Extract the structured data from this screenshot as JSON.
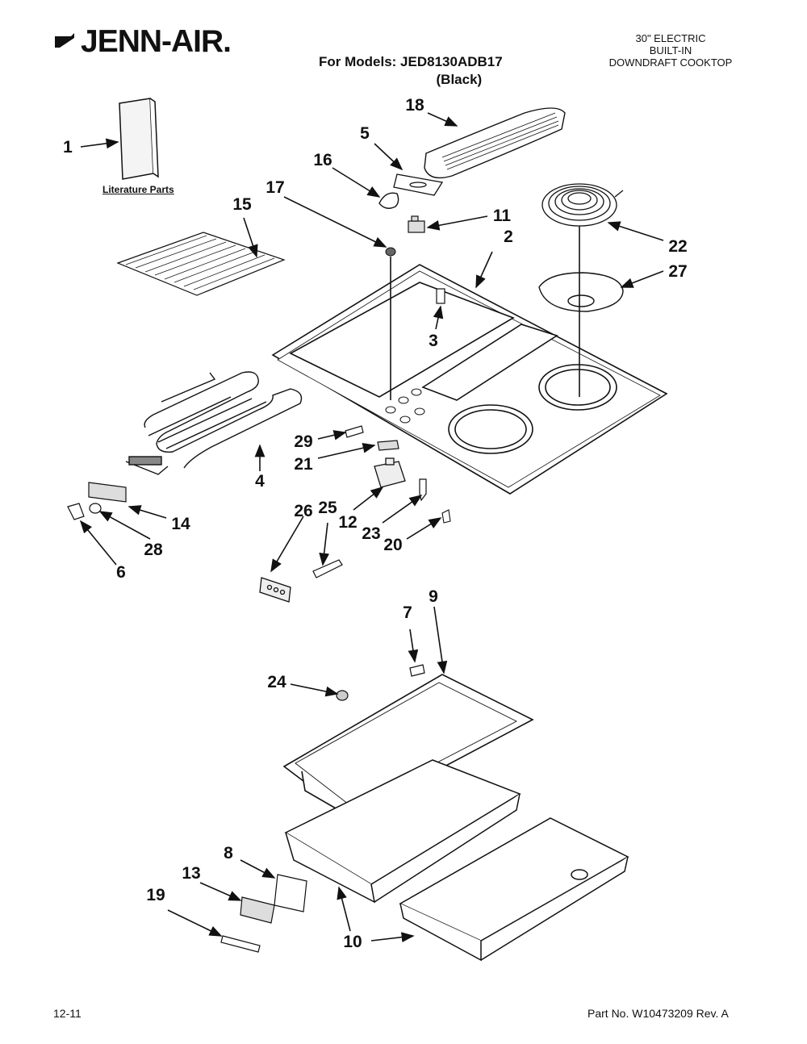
{
  "header": {
    "brand": "JENN-AIR.",
    "models_line": "For Models: JED8130ADB17",
    "color_line": "(Black)",
    "description": [
      "30\" ELECTRIC",
      "BUILT-IN",
      "DOWNDRAFT COOKTOP"
    ]
  },
  "literature_label": "Literature Parts",
  "footer": {
    "date": "12-11",
    "part_no": "Part No. W10473209 Rev. A"
  },
  "callouts": [
    "1",
    "2",
    "3",
    "4",
    "5",
    "6",
    "7",
    "8",
    "9",
    "10",
    "11",
    "12",
    "13",
    "14",
    "15",
    "16",
    "17",
    "18",
    "19",
    "20",
    "21",
    "22",
    "23",
    "24",
    "25",
    "26",
    "27",
    "28",
    "29"
  ]
}
